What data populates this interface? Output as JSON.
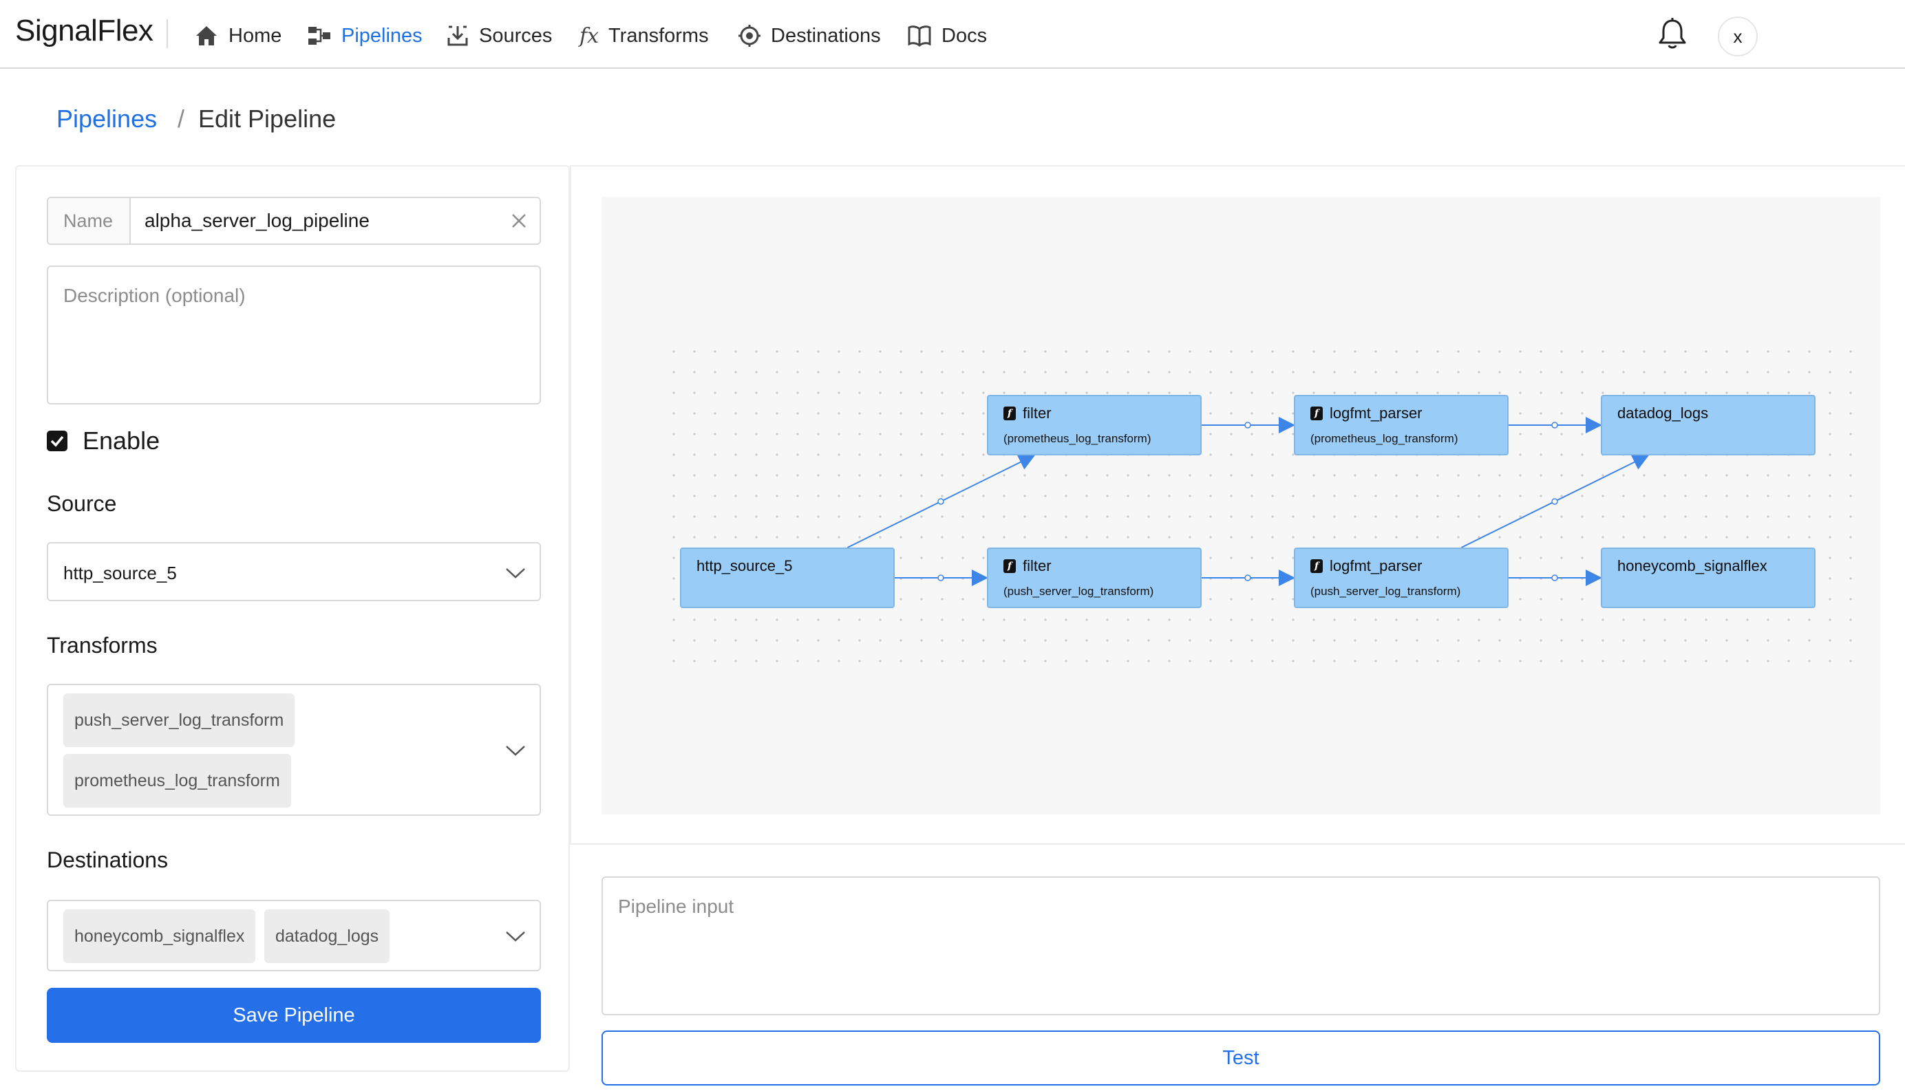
{
  "app": {
    "brand": "SignalFlex",
    "avatar_initial": "x"
  },
  "nav": [
    {
      "id": "home",
      "label": "Home",
      "icon": "home-icon",
      "active": false
    },
    {
      "id": "pipelines",
      "label": "Pipelines",
      "icon": "pipelines-icon",
      "active": true
    },
    {
      "id": "sources",
      "label": "Sources",
      "icon": "sources-icon",
      "active": false
    },
    {
      "id": "transforms",
      "label": "Transforms",
      "icon": "transforms-icon",
      "active": false
    },
    {
      "id": "destinations",
      "label": "Destinations",
      "icon": "destinations-icon",
      "active": false
    },
    {
      "id": "docs",
      "label": "Docs",
      "icon": "docs-icon",
      "active": false
    }
  ],
  "breadcrumb": {
    "parent": "Pipelines",
    "separator": "/",
    "current": "Edit Pipeline"
  },
  "form": {
    "name_label": "Name",
    "name_value": "alpha_server_log_pipeline",
    "description_placeholder": "Description (optional)",
    "enable_label": "Enable",
    "enabled": true,
    "source_label": "Source",
    "source_value": "http_source_5",
    "transforms_label": "Transforms",
    "transforms": [
      "push_server_log_transform",
      "prometheus_log_transform"
    ],
    "destinations_label": "Destinations",
    "destinations": [
      "honeycomb_signalflex",
      "datadog_logs"
    ],
    "save_label": "Save Pipeline"
  },
  "graph": {
    "nodes": {
      "source": {
        "title": "http_source_5",
        "subtitle": ""
      },
      "filter_prom": {
        "title": "filter",
        "subtitle": "(prometheus_log_transform)"
      },
      "filter_push": {
        "title": "filter",
        "subtitle": "(push_server_log_transform)"
      },
      "logfmt_prom": {
        "title": "logfmt_parser",
        "subtitle": "(prometheus_log_transform)"
      },
      "logfmt_push": {
        "title": "logfmt_parser",
        "subtitle": "(push_server_log_transform)"
      },
      "dest_datadog": {
        "title": "datadog_logs",
        "subtitle": ""
      },
      "dest_honeycomb": {
        "title": "honeycomb_signalflex",
        "subtitle": ""
      }
    },
    "edges": [
      [
        "source",
        "filter_prom"
      ],
      [
        "source",
        "filter_push"
      ],
      [
        "filter_prom",
        "logfmt_prom"
      ],
      [
        "filter_push",
        "logfmt_push"
      ],
      [
        "logfmt_prom",
        "dest_datadog"
      ],
      [
        "logfmt_push",
        "dest_datadog"
      ],
      [
        "logfmt_push",
        "dest_honeycomb"
      ]
    ],
    "colors": {
      "node_fill": "#99cdf8",
      "edge": "#3d86e8",
      "accent": "#256fe8"
    }
  },
  "test": {
    "input_placeholder": "Pipeline input",
    "button_label": "Test"
  }
}
